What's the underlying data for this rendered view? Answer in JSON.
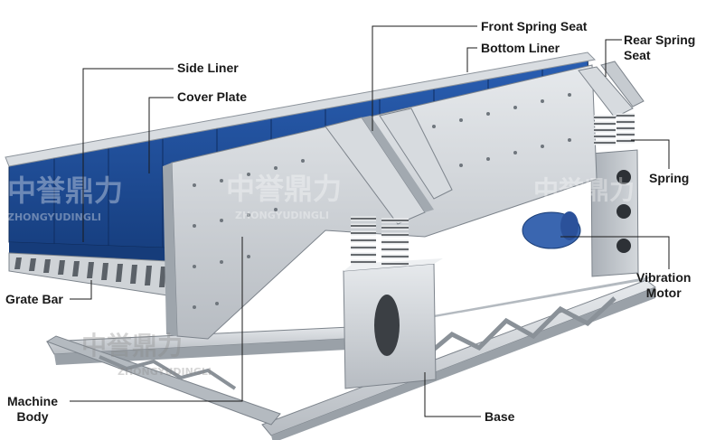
{
  "colors": {
    "liner_blue": "#1e4e9a",
    "liner_blue_dark": "#163c7a",
    "steel": "#c9cdd2",
    "steel_light": "#e2e5e8",
    "steel_dark": "#8c939b",
    "leader": "#1a1a1a",
    "motor_blue": "#3a66b0"
  },
  "labels": {
    "side_liner": "Side Liner",
    "cover_plate": "Cover Plate",
    "grate_bar": "Grate Bar",
    "machine_body_1": "Machine",
    "machine_body_2": "Body",
    "front_spring_seat": "Front Spring Seat",
    "bottom_liner": "Bottom Liner",
    "rear_spring_seat_1": "Rear Spring",
    "rear_spring_seat_2": "Seat",
    "spring": "Spring",
    "vibration_motor_1": "Vibration",
    "vibration_motor_2": "Motor",
    "base": "Base"
  },
  "watermark": {
    "brand_cn": "中誉鼎力",
    "brand_en": "ZHONGYUDINGLI"
  }
}
